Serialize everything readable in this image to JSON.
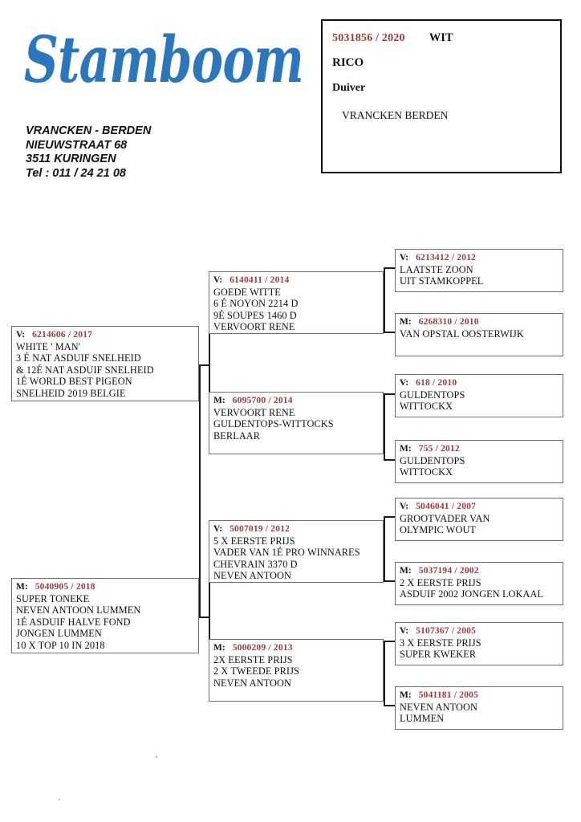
{
  "header": {
    "logo_text": "Stamboom",
    "logo_color": "#2b76bd",
    "address": [
      "VRANCKEN - BERDEN",
      "NIEUWSTRAAT 68",
      "3511 KURINGEN",
      "Tel : 011 / 24 21 08"
    ]
  },
  "subject": {
    "ring": "5031856 / 2020",
    "color_label": "WIT",
    "name": "RICO",
    "sex": "Duiver",
    "owner": "VRANCKEN BERDEN"
  },
  "accent_colors": {
    "ring_number": "#9d3b3b",
    "logo_blue": "#2b76bd",
    "box_border": "#6f6f6f",
    "connector": "#1b1b1b"
  },
  "pedigree": {
    "father": {
      "sex": "V:",
      "ring": "6214606 / 2017",
      "lines": [
        "WHITE ' MAN'",
        " 3 É NAT ASDUIF SNELHEID",
        "& 12É NAT ASDUIF SNELHEID",
        " 1É WORLD BEST PIGEON",
        "SNELHEID 2019 BELGIE"
      ]
    },
    "mother": {
      "sex": "M:",
      "ring": "5040905 / 2018",
      "lines": [
        "SUPER TONEKE",
        "NEVEN ANTOON LUMMEN",
        "1É ASDUIF HALVE FOND",
        "JONGEN LUMMEN",
        "10 X TOP 10 IN 2018"
      ]
    },
    "ff": {
      "sex": "V:",
      "ring": "6140411 / 2014",
      "lines": [
        "GOEDE WITTE",
        "6 É NOYON 2214 D",
        "9É SOUPES 1460 D",
        "VERVOORT RENE"
      ]
    },
    "fm": {
      "sex": "M:",
      "ring": "6095700 / 2014",
      "lines": [
        "VERVOORT RENE",
        "GULDENTOPS-WITTOCKS",
        "BERLAAR"
      ]
    },
    "mf": {
      "sex": "V:",
      "ring": "5007019 / 2012",
      "lines": [
        "5 X EERSTE PRIJS",
        "VADER VAN 1É PRO WINNARES",
        "CHEVRAIN 3370 D",
        "NEVEN ANTOON"
      ]
    },
    "mm": {
      "sex": "M:",
      "ring": "5000209 / 2013",
      "lines": [
        "2X EERSTE PRIJS",
        "2 X TWEEDE PRIJS",
        "NEVEN ANTOON"
      ]
    },
    "fff": {
      "sex": "V:",
      "ring": "6213412 / 2012",
      "lines": [
        "LAATSTE ZOON",
        "UIT STAMKOPPEL"
      ]
    },
    "ffm": {
      "sex": "M:",
      "ring": "6268310 / 2010",
      "lines": [
        "VAN OPSTAL OOSTERWIJK"
      ]
    },
    "fmf": {
      "sex": "V:",
      "ring": "618 / 2010",
      "lines": [
        "GULDENTOPS",
        "WITTOCKX"
      ]
    },
    "fmm": {
      "sex": "M:",
      "ring": "755 / 2012",
      "lines": [
        "GULDENTOPS",
        "WITTOCKX"
      ]
    },
    "mff": {
      "sex": "V:",
      "ring": "5046041 / 2007",
      "lines": [
        "GROOTVADER VAN",
        "OLYMPIC WOUT"
      ]
    },
    "mfm": {
      "sex": "M:",
      "ring": "5037194 / 2002",
      "lines": [
        "2 X EERSTE PRIJS",
        "ASDUIF 2002 JONGEN LOKAAL"
      ]
    },
    "mmf": {
      "sex": "V:",
      "ring": "5107367 / 2005",
      "lines": [
        "3 X EERSTE PRIJS",
        "SUPER KWEKER"
      ]
    },
    "mmm": {
      "sex": "M:",
      "ring": "5041181 / 2005",
      "lines": [
        "NEVEN ANTOON",
        "LUMMEN"
      ]
    }
  }
}
